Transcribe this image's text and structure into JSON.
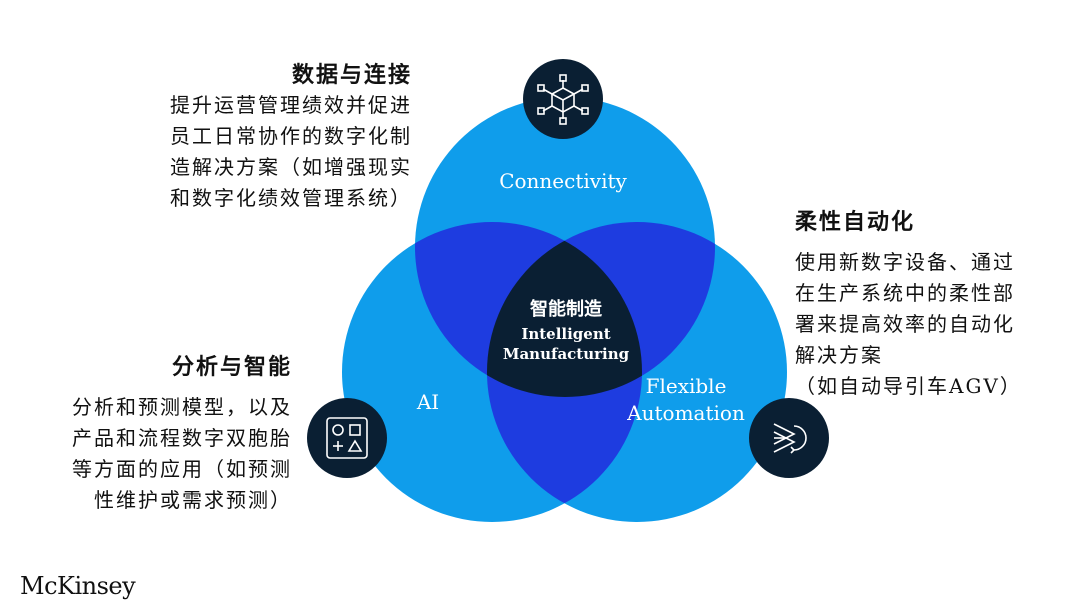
{
  "colors": {
    "circle": "#0F9DEB",
    "overlap": "#1E3CE0",
    "center": "#0A1F33",
    "icon_bg": "#0A1F33",
    "icon_line": "#FFFFFF"
  },
  "circles": {
    "connectivity": "Connectivity",
    "ai": "AI",
    "flexible_line1": "Flexible",
    "flexible_line2": "Automation"
  },
  "center": {
    "cn": "智能制造",
    "en_line1": "Intelligent",
    "en_line2": "Manufacturing"
  },
  "icons": {
    "connectivity": "network-cube-icon",
    "ai": "shapes-icon",
    "flexible": "automation-arrows-icon"
  },
  "top_left": {
    "heading": "数据与连接",
    "lines": [
      "提升运营管理绩效并促进",
      "员工日常协作的数字化制",
      "造解决方案（如增强现实",
      "和数字化绩效管理系统）"
    ]
  },
  "right": {
    "heading": "柔性自动化",
    "lines": [
      "使用新数字设备、通过",
      "在生产系统中的柔性部",
      "署来提高效率的自动化",
      "解决方案",
      "（如自动导引车AGV）"
    ]
  },
  "bottom_left": {
    "heading": "分析与智能",
    "lines": [
      "分析和预测模型，以及",
      "产品和流程数字双胞胎",
      "等方面的应用（如预测",
      "性维护或需求预测）"
    ]
  },
  "logo": "McKinsey"
}
